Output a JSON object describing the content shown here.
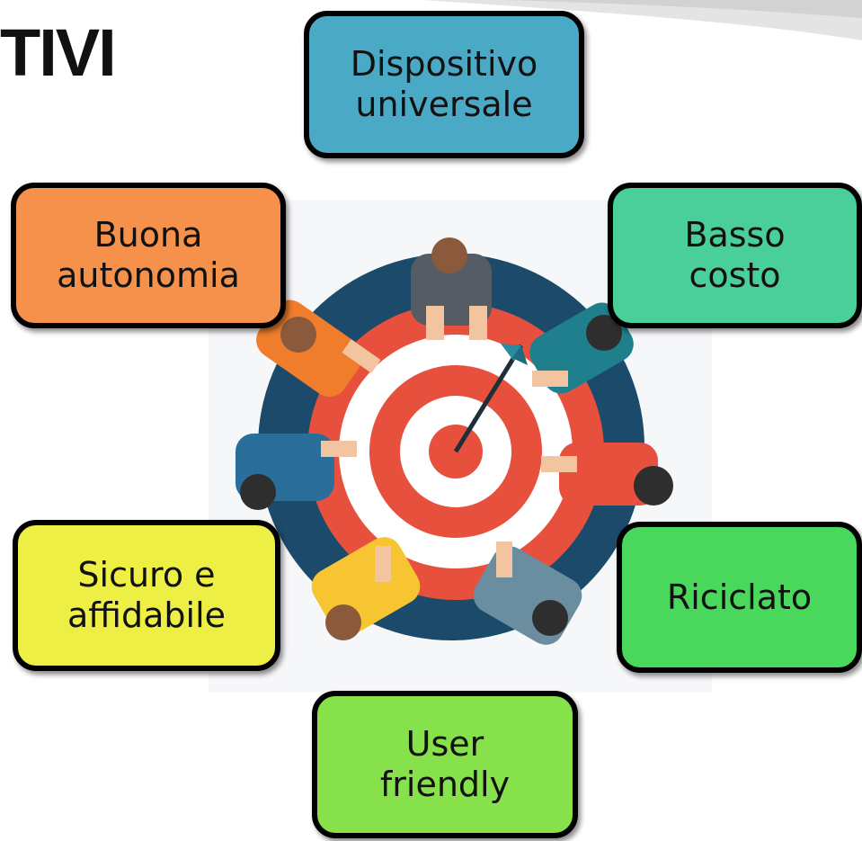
{
  "title": "TIVI",
  "goals": [
    {
      "label": "Dispositivo\nuniversale",
      "color": "#4aaac6"
    },
    {
      "label": "Buona\nautonomia",
      "color": "#f5914a"
    },
    {
      "label": "Basso\ncosto",
      "color": "#4acf9a"
    },
    {
      "label": "Sicuro e\naffidabile",
      "color": "#eeef45"
    },
    {
      "label": "Riciclato",
      "color": "#49d85c"
    },
    {
      "label": "User\nfriendly",
      "color": "#86e14a"
    }
  ],
  "illustration": {
    "icon": "target-team-icon",
    "target_colors": [
      "#e8503e",
      "#ffffff"
    ],
    "table_color": "#1c4a6b"
  }
}
